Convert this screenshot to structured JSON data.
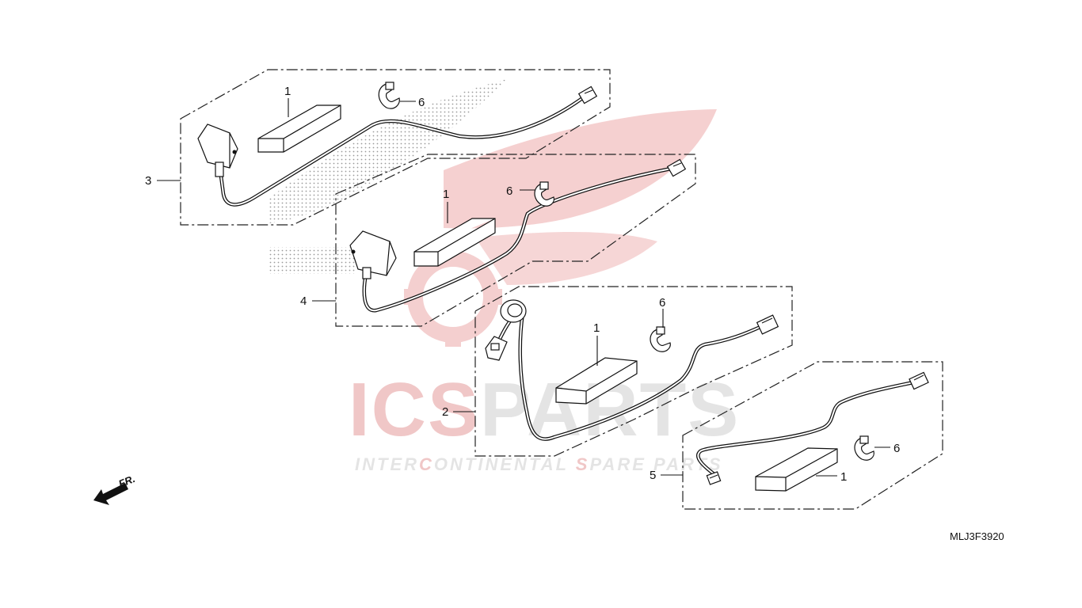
{
  "watermark": {
    "brand_left": "ICS",
    "brand_right": "PARTS",
    "tagline_parts": [
      "INTER",
      "C",
      "ONTINENTAL ",
      "S",
      "PARE PARTS"
    ],
    "colors": {
      "red": "#e9a7a7",
      "grey": "#d6d6d6"
    }
  },
  "diagram_code": "MLJ3F3920",
  "direction_label": "FR.",
  "callouts": {
    "c1_a": "1",
    "c6_a": "6",
    "c3": "3",
    "c1_b": "1",
    "c6_b": "6",
    "c4": "4",
    "c6_c": "6",
    "c1_c": "1",
    "c2": "2",
    "c6_d": "6",
    "c1_d": "1",
    "c5": "5"
  }
}
